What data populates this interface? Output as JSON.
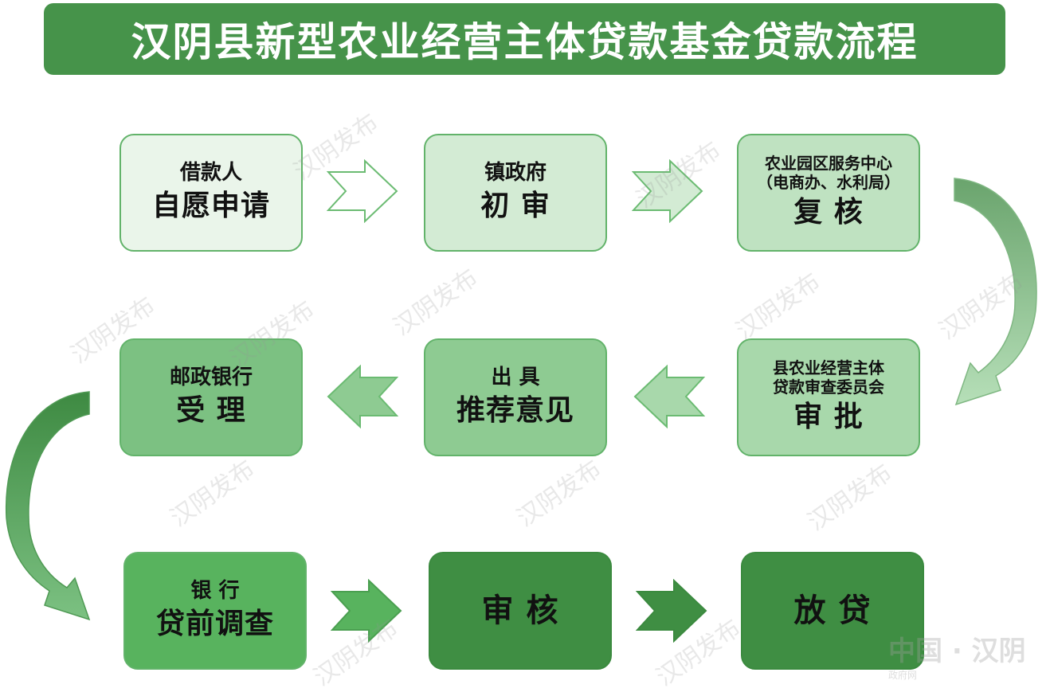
{
  "title": "汉阴县新型农业经营主体贷款基金贷款流程",
  "steps": [
    {
      "top": "借款人",
      "main": "自愿申请"
    },
    {
      "top": "镇政府",
      "main": "初 审"
    },
    {
      "top1": "农业园区服务中心",
      "top2": "（电商办、水利局）",
      "main": "复 核"
    },
    {
      "top1": "县农业经营主体",
      "top2": "贷款审查委员会",
      "main": "审 批"
    },
    {
      "top": "出 具",
      "main": "推荐意见"
    },
    {
      "top": "邮政银行",
      "main": "受 理"
    },
    {
      "top": "银 行",
      "main": "贷前调查"
    },
    {
      "main": "审 核"
    },
    {
      "main": "放 贷"
    }
  ],
  "watermark": "汉阴发布",
  "logo": {
    "main": "中国 · 汉阴",
    "sub": "政府网"
  },
  "colors": {
    "title_bg": "#46934a",
    "row1": [
      "#eaf5ea",
      "#d3ebd4",
      "#bfe2c1"
    ],
    "row2": [
      "#7cc182",
      "#8ecb92",
      "#a8d8ab"
    ],
    "row3": [
      "#58b35e",
      "#3f8e43",
      "#3f8e43"
    ]
  }
}
